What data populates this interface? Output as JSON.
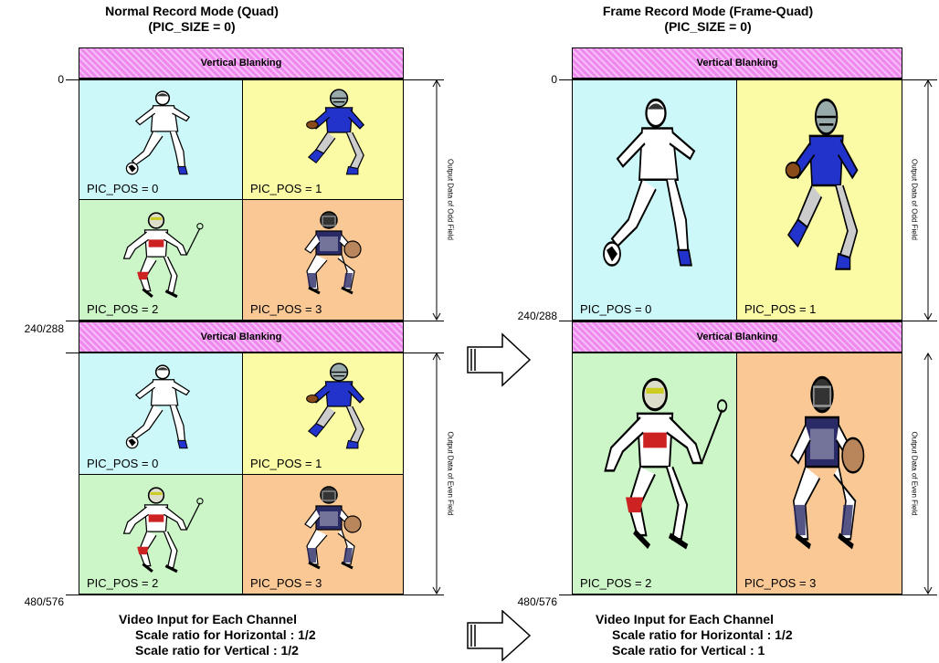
{
  "left": {
    "title_line1": "Normal Record Mode (Quad)",
    "title_line2": "(PIC_SIZE = 0)",
    "blanking": "Vertical Blanking",
    "pos": [
      "PIC_POS = 0",
      "PIC_POS = 1",
      "PIC_POS = 2",
      "PIC_POS = 3"
    ],
    "tick_top": "0",
    "tick_mid": "240/288",
    "tick_bottom": "480/576",
    "side_odd": "Output Data of Odd Field",
    "side_even": "Output Data of Even Field",
    "foot_line1": "Video Input for Each Channel",
    "foot_line2": "Scale ratio for Horizontal : 1/2",
    "foot_line3": "Scale ratio for Vertical : 1/2"
  },
  "right": {
    "title_line1": "Frame Record Mode (Frame-Quad)",
    "title_line2": "(PIC_SIZE = 0)",
    "blanking": "Vertical Blanking",
    "pos": [
      "PIC_POS = 0",
      "PIC_POS = 1",
      "PIC_POS = 2",
      "PIC_POS = 3"
    ],
    "tick_top": "0",
    "tick_mid": "240/288",
    "tick_bottom": "480/576",
    "side_odd": "Output Data of Odd Field",
    "side_even": "Output Data of Even Field",
    "foot_line1": "Video Input for Each Channel",
    "foot_line2": "Scale ratio for Horizontal : 1/2",
    "foot_line3": "Scale ratio for Vertical : 1"
  },
  "icons": [
    "soccer-player-icon",
    "football-player-icon",
    "skier-icon",
    "baseball-catcher-icon",
    "right-arrow-icon"
  ],
  "colors": {
    "blanking": "#ee88ee",
    "pos0": "#ccf8fa",
    "pos1": "#fbfaa5",
    "pos2": "#ccf6c8",
    "pos3": "#f9c895"
  }
}
